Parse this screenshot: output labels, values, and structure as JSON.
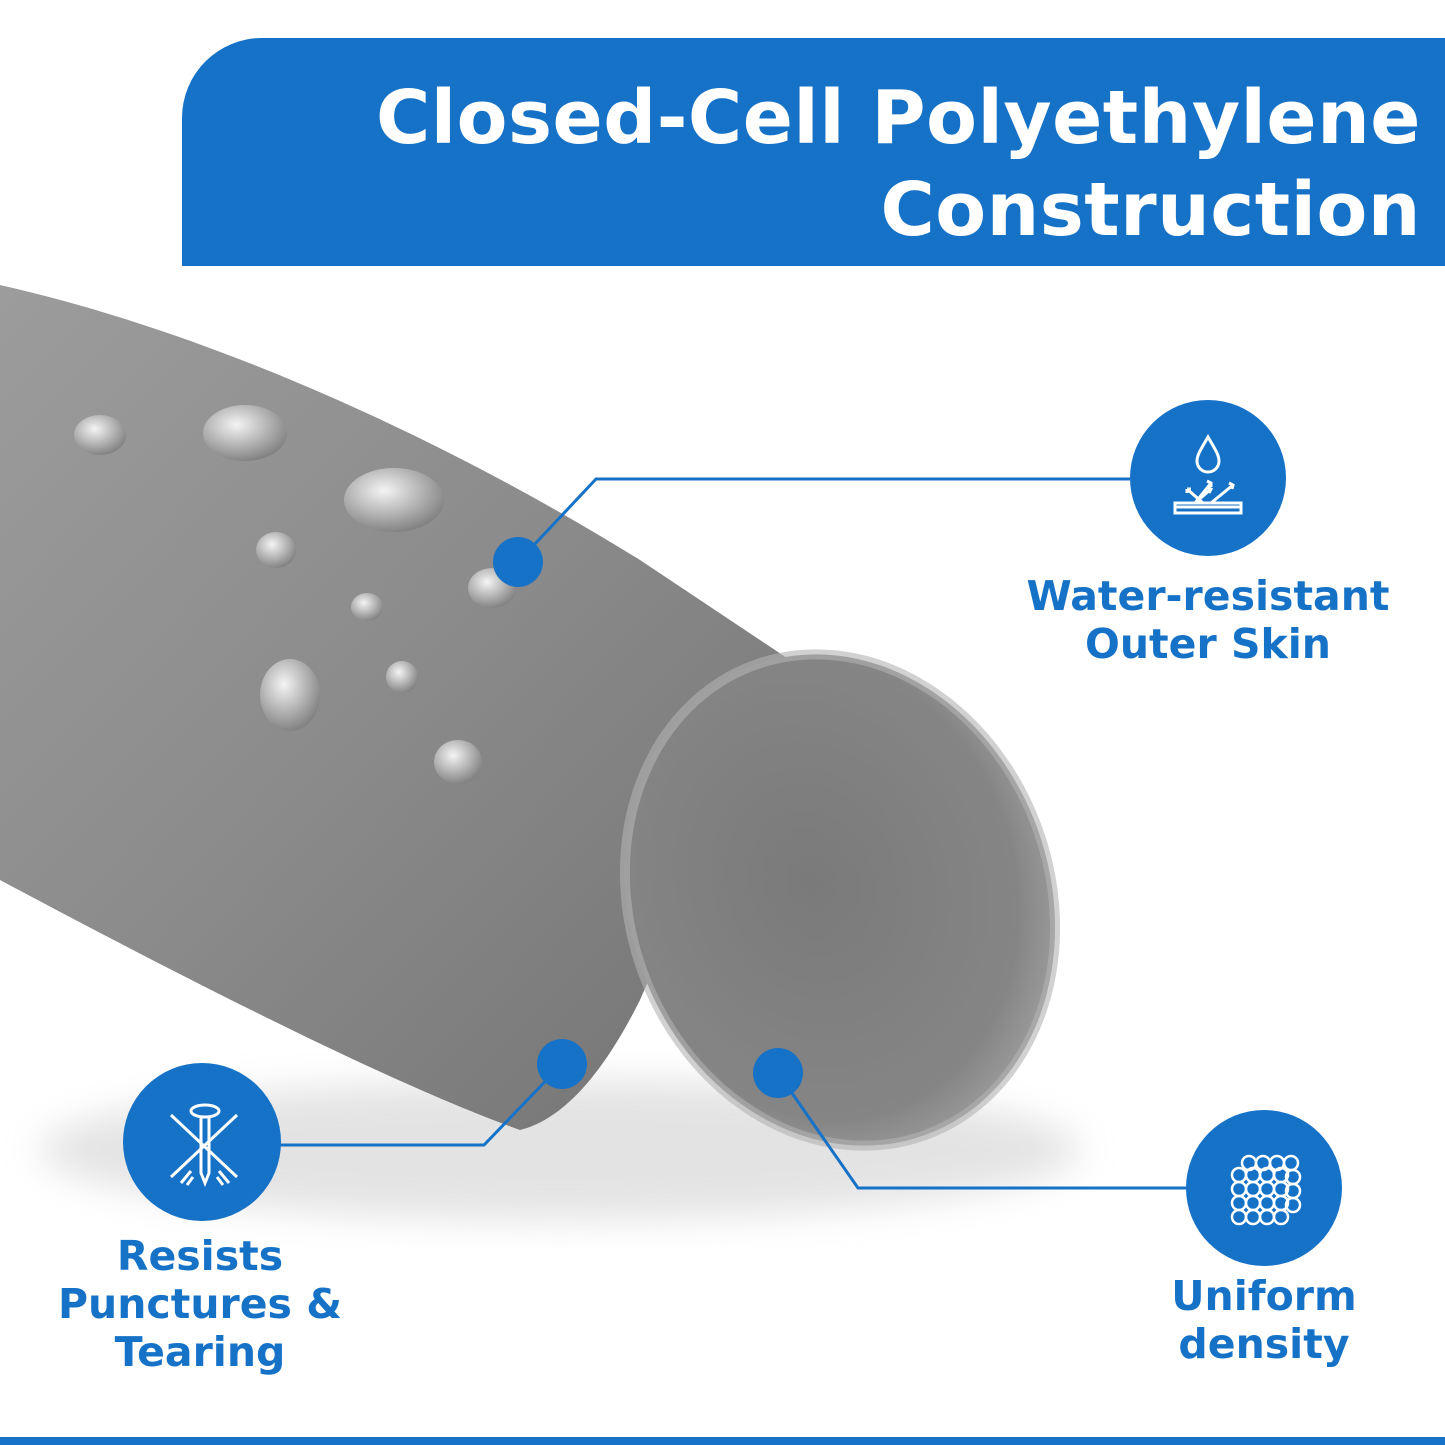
{
  "banner": {
    "line1": "Closed-Cell Polyethylene",
    "line2": "Construction"
  },
  "features": {
    "water": {
      "line1": "Water-resistant",
      "line2": "Outer Skin",
      "icon": "water-drop-repel-icon"
    },
    "puncture": {
      "line1": "Resists",
      "line2": "Punctures &",
      "line3": "Tearing",
      "icon": "nail-crossed-icon"
    },
    "density": {
      "line1": "Uniform",
      "line2": "density",
      "icon": "cell-cube-icon"
    }
  },
  "colors": {
    "accent": "#1672c7",
    "foam": "#8a8a8a"
  }
}
